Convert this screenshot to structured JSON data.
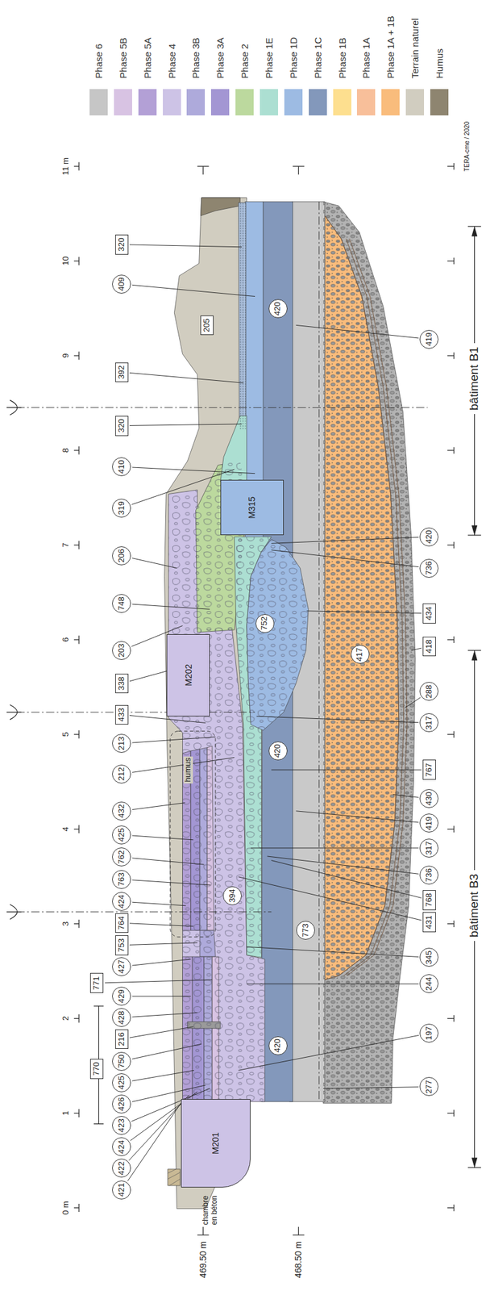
{
  "diagram": {
    "nodes": [
      {
        "text": [
          "320"
        ]
      },
      {
        "text": [
          "409"
        ]
      },
      {
        "text": [
          "392"
        ]
      },
      {
        "text": [
          "320"
        ]
      },
      {
        "text": [
          "410"
        ]
      },
      {
        "text": [
          "319"
        ]
      },
      {
        "text": [
          "206"
        ]
      },
      {
        "text": [
          "748"
        ]
      },
      {
        "text": [
          "203"
        ]
      },
      {
        "text": [
          "338"
        ]
      },
      {
        "text": [
          "433"
        ]
      },
      {
        "text": [
          "213"
        ]
      },
      {
        "text": [
          "212"
        ]
      },
      {
        "text": [
          "432"
        ]
      },
      {
        "text": [
          "425"
        ]
      },
      {
        "text": [
          "762"
        ]
      },
      {
        "text": [
          "763"
        ]
      },
      {
        "text": [
          "424"
        ]
      },
      {
        "text": [
          "764"
        ]
      },
      {
        "text": [
          "753"
        ]
      },
      {
        "text": [
          "427"
        ]
      },
      {
        "text": [
          "771"
        ]
      },
      {
        "text": [
          "429"
        ]
      },
      {
        "text": [
          "428"
        ]
      },
      {
        "text": [
          "216"
        ]
      },
      {
        "text": [
          "770"
        ]
      },
      {
        "text": [
          "750"
        ]
      },
      {
        "text": [
          "425"
        ]
      },
      {
        "text": [
          "426"
        ]
      },
      {
        "text": [
          "423"
        ]
      },
      {
        "text": [
          "424"
        ]
      },
      {
        "text": [
          "422"
        ]
      },
      {
        "text": [
          "421"
        ]
      },
      {
        "text": [
          "205"
        ]
      },
      {
        "text": [
          "420"
        ]
      },
      {
        "text": [
          "M315"
        ]
      },
      {
        "text": [
          "752"
        ]
      },
      {
        "text": [
          "M202"
        ]
      },
      {
        "text": [
          "417"
        ]
      },
      {
        "text": [
          "420"
        ]
      },
      {
        "text": [
          "394"
        ]
      },
      {
        "text": [
          "773"
        ]
      },
      {
        "text": [
          "420"
        ]
      },
      {
        "text": [
          "M201"
        ]
      },
      {
        "text": [
          "419"
        ]
      },
      {
        "text": [
          "420"
        ]
      },
      {
        "text": [
          "736"
        ]
      },
      {
        "text": [
          "434"
        ]
      },
      {
        "text": [
          "418"
        ]
      },
      {
        "text": [
          "288"
        ]
      },
      {
        "text": [
          "317"
        ]
      },
      {
        "text": [
          "767"
        ]
      },
      {
        "text": [
          "430"
        ]
      },
      {
        "text": [
          "419"
        ]
      },
      {
        "text": [
          "317"
        ]
      },
      {
        "text": [
          "736"
        ]
      },
      {
        "text": [
          "768"
        ]
      },
      {
        "text": [
          "431"
        ]
      },
      {
        "text": [
          "345"
        ]
      },
      {
        "text": [
          "244"
        ]
      },
      {
        "text": [
          "197"
        ]
      },
      {
        "text": [
          "277"
        ]
      }
    ],
    "labels": [
      "0 m",
      "1",
      "2",
      "3",
      "4",
      "5",
      "6",
      "7",
      "8",
      "9",
      "10",
      "11 m",
      "469.50 m",
      "468.50 m",
      "bâtiment B1",
      "bâtiment B3",
      "TERA-cme / 2020",
      "humus",
      "chambre en béton"
    ],
    "legend": [
      {
        "text": "Phase 6",
        "color": "#c6c6c6"
      },
      {
        "text": "Phase 5B",
        "color": "#d8c3e3"
      },
      {
        "text": "Phase 5A",
        "color": "#b3a0d6"
      },
      {
        "text": "Phase 4",
        "color": "#cdc3e6"
      },
      {
        "text": "Phase 3B",
        "color": "#aeaadb"
      },
      {
        "text": "Phase 3A",
        "color": "#a396d3"
      },
      {
        "text": "Phase 2",
        "color": "#bcd99e"
      },
      {
        "text": "Phase 1E",
        "color": "#acdfd2"
      },
      {
        "text": "Phase 1D",
        "color": "#9dbbe3"
      },
      {
        "text": "Phase 1C",
        "color": "#8398bb"
      },
      {
        "text": "Phase 1B",
        "color": "#fddf8f"
      },
      {
        "text": "Phase 1A",
        "color": "#f8bf9a"
      },
      {
        "text": "Phase 1A + 1B",
        "color": "#f9bc7c"
      },
      {
        "text": "Terrain naturel",
        "color": "#d1cdc0"
      },
      {
        "text": "Humus",
        "color": "#8e8570"
      }
    ]
  }
}
